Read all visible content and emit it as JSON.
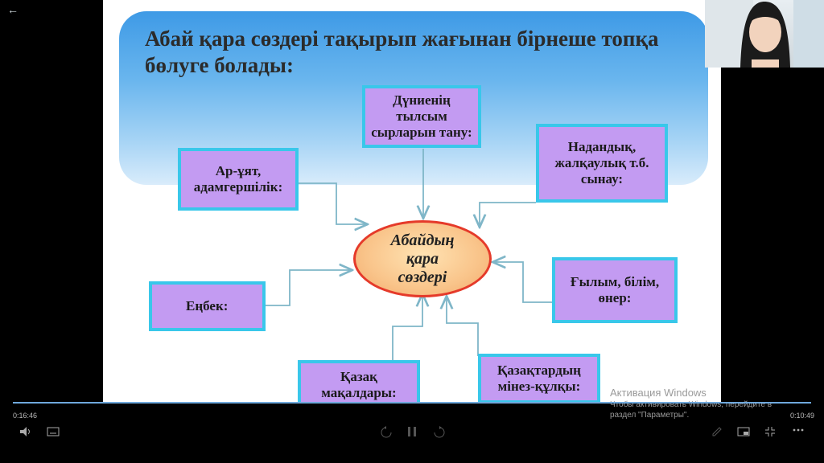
{
  "slide": {
    "title": "Абай қара сөздері тақырып жағынан бірнеше топқа бөлуге болады:",
    "center": [
      "Абайдың",
      "қара",
      "сөздері"
    ],
    "boxes": {
      "ar_uyat": "Ар-ұят, адамгершілік:",
      "dunie": "Дүниенің тылсым сырларын тану:",
      "nadandyk": "Надандық, жалқаулық т.б. сынау:",
      "enbek": "Еңбек:",
      "gylym": "Ғылым, білім, өнер:",
      "kazak_makal": "Қазақ мақалдары:",
      "minez": "Қазақтардың мінез-құлқы:"
    }
  },
  "player": {
    "time_elapsed": "0:16:46",
    "time_remaining": "0:10:49",
    "progress_fraction": 1.0
  },
  "watermark": {
    "title": "Активация Windows",
    "line": "Чтобы активировать Windows, перейдите в раздел \"Параметры\"."
  },
  "colors": {
    "box_fill": "#c39bf2",
    "box_border": "#39c7ea",
    "ellipse_border": "#e53a2a",
    "arrow": "#7fb6c8"
  },
  "icons": [
    "back-arrow-icon",
    "volume-icon",
    "subtitles-icon",
    "rewind-icon",
    "pause-icon",
    "forward-icon",
    "edit-icon",
    "miniplayer-icon",
    "fullscreen-exit-icon",
    "more-icon"
  ]
}
